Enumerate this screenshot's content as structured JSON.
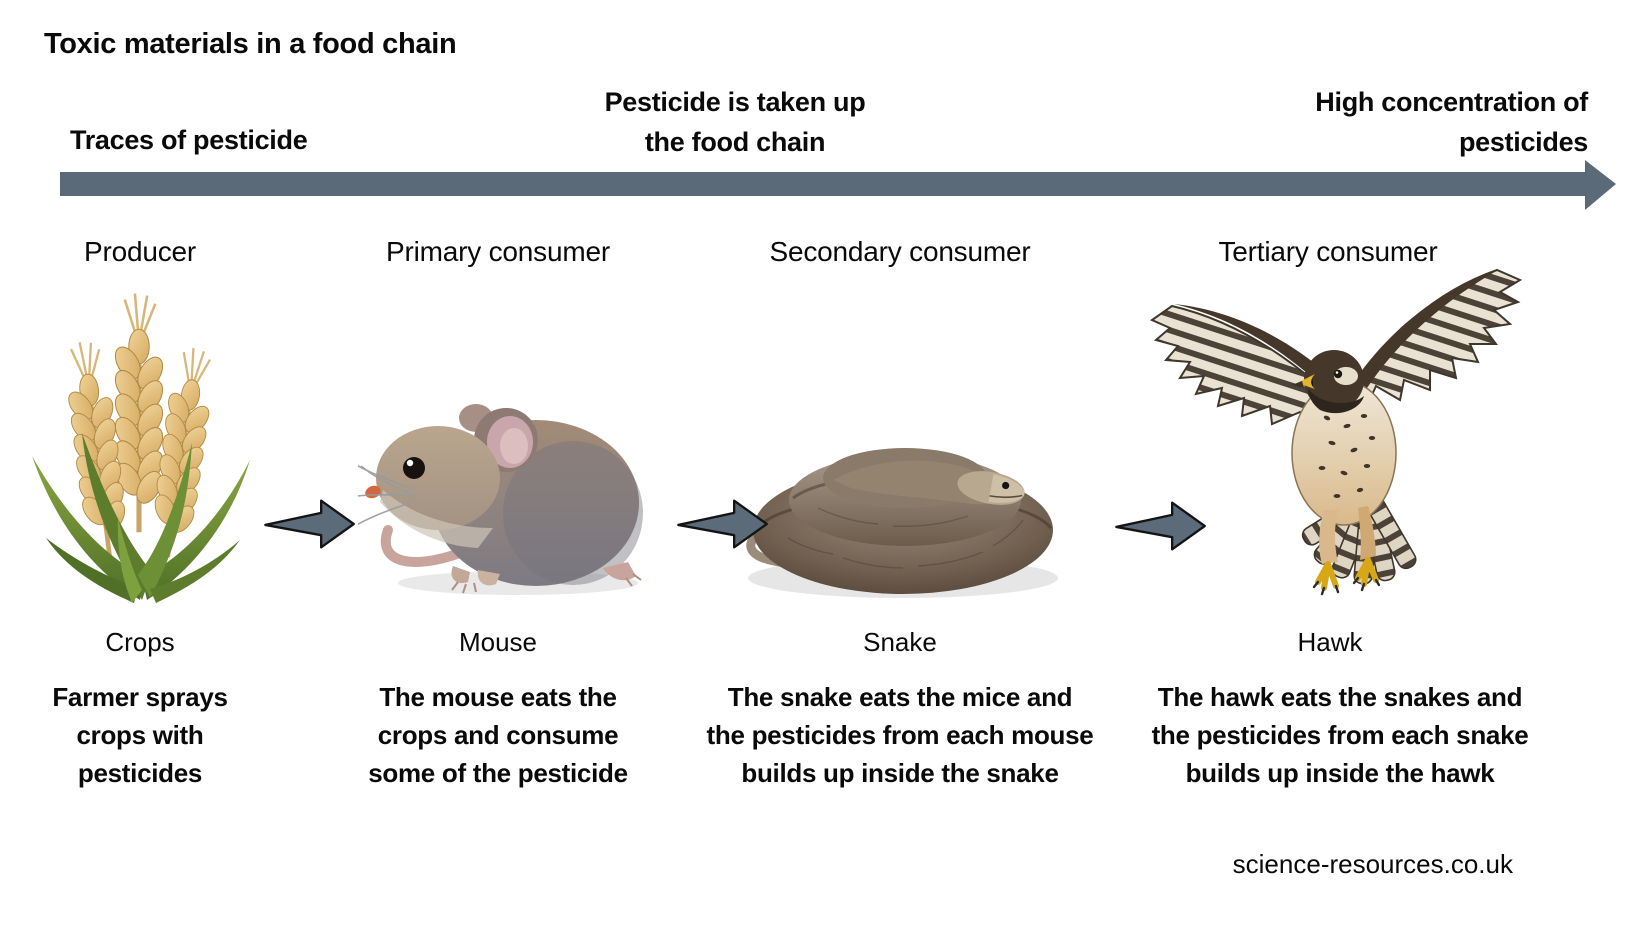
{
  "title": "Toxic materials in a food chain",
  "flow_axis": {
    "left_label": "Traces of pesticide",
    "center_label_lines": [
      "Pesticide is taken up",
      "the food chain"
    ],
    "right_label_lines": [
      "High concentration of",
      "pesticides"
    ],
    "arrow_color": "#5B6A78"
  },
  "stages": [
    {
      "role": "Producer",
      "name": "Crops",
      "illustration": "wheat-crops",
      "description_lines": [
        "Farmer sprays",
        "crops with",
        "pesticides"
      ]
    },
    {
      "role": "Primary consumer",
      "name": "Mouse",
      "illustration": "mouse",
      "description_lines": [
        "The mouse eats the",
        "crops and consume",
        "some of the pesticide"
      ]
    },
    {
      "role": "Secondary consumer",
      "name": "Snake",
      "illustration": "snake",
      "description_lines": [
        "The snake eats the mice and",
        "the pesticides from each mouse",
        "builds up inside the snake"
      ]
    },
    {
      "role": "Tertiary consumer",
      "name": "Hawk",
      "illustration": "hawk",
      "description_lines": [
        "The hawk eats the snakes and",
        "the pesticides from each snake",
        "builds up inside the hawk"
      ]
    }
  ],
  "step_arrow": {
    "fill_color": "#5C6B79",
    "outline_color": "#141414"
  },
  "footer": "science-resources.co.uk"
}
